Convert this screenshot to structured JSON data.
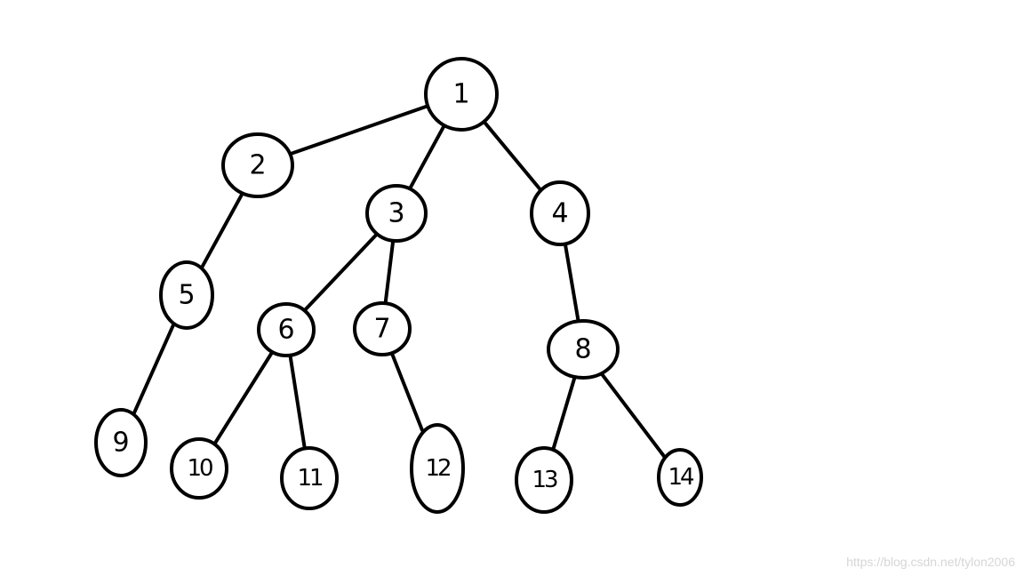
{
  "diagram": {
    "type": "tree",
    "nodes": [
      {
        "id": "n1",
        "label": "1"
      },
      {
        "id": "n2",
        "label": "2"
      },
      {
        "id": "n3",
        "label": "3"
      },
      {
        "id": "n4",
        "label": "4"
      },
      {
        "id": "n5",
        "label": "5"
      },
      {
        "id": "n6",
        "label": "6"
      },
      {
        "id": "n7",
        "label": "7"
      },
      {
        "id": "n8",
        "label": "8"
      },
      {
        "id": "n9",
        "label": "9"
      },
      {
        "id": "n10",
        "label": "10"
      },
      {
        "id": "n11",
        "label": "11"
      },
      {
        "id": "n12",
        "label": "12"
      },
      {
        "id": "n13",
        "label": "13"
      },
      {
        "id": "n14",
        "label": "14"
      }
    ],
    "edges": [
      [
        "n1",
        "n2"
      ],
      [
        "n1",
        "n3"
      ],
      [
        "n1",
        "n4"
      ],
      [
        "n2",
        "n5"
      ],
      [
        "n5",
        "n9"
      ],
      [
        "n3",
        "n6"
      ],
      [
        "n3",
        "n7"
      ],
      [
        "n6",
        "n10"
      ],
      [
        "n6",
        "n11"
      ],
      [
        "n7",
        "n12"
      ],
      [
        "n4",
        "n8"
      ],
      [
        "n8",
        "n13"
      ],
      [
        "n8",
        "n14"
      ]
    ]
  },
  "watermark": "https://blog.csdn.net/tylon2006"
}
